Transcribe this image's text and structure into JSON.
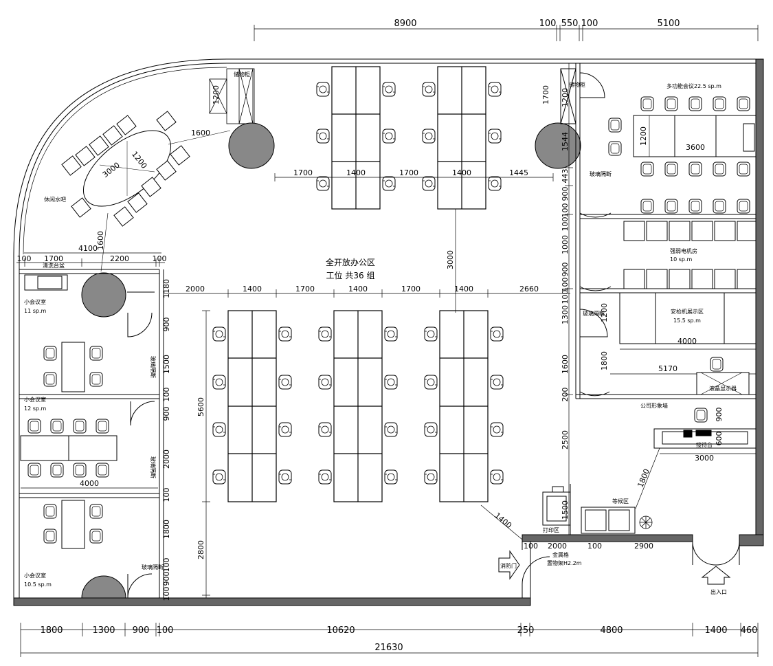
{
  "top_dims": [
    "8900",
    "100",
    "550",
    "100",
    "5100"
  ],
  "bottom_dims": [
    "1800",
    "1300",
    "900",
    "100",
    "10620",
    "250",
    "4800",
    "1400",
    "460"
  ],
  "total_dim": "21630",
  "open_office": {
    "title": "全开放办公区",
    "subtitle": "工位 共36 组"
  },
  "row_dims_upper": [
    "1700",
    "1400",
    "1700",
    "1400",
    "1445"
  ],
  "row_dims_middle": [
    "2000",
    "1400",
    "1700",
    "1400",
    "1700",
    "1400",
    "2660"
  ],
  "vertical_dims": {
    "open": "3000",
    "desk": "5600",
    "lower": "2800",
    "meet_left": "1600"
  },
  "left_block": {
    "dims": [
      "100",
      "1700",
      "2200",
      "100"
    ],
    "width": "4100",
    "sink": "清洗台盆",
    "room1": {
      "name": "小会议室",
      "area": "11 sp.m"
    },
    "room2": {
      "name": "小会议室",
      "area": "12 sp.m",
      "table": "4000"
    },
    "room3": {
      "name": "小会议室",
      "area": "10.5 sp.m"
    },
    "glass": "玻璃隔断",
    "side_dims": [
      "1180",
      "900",
      "1500",
      "100",
      "900",
      "2000",
      "100",
      "1800",
      "100",
      "900",
      "100"
    ]
  },
  "lounge": {
    "name": "休闲水吧",
    "table_long": "3000",
    "table_short": "1200",
    "d1": "1600"
  },
  "cabinet": "储物柜",
  "cabinet_dim": "1200",
  "right_block": {
    "meeting": {
      "name": "多功能会议22.5 sp.m",
      "d1": "1200",
      "d2": "3600"
    },
    "weak": {
      "name": "强弱电机房",
      "area": "10 sp.m"
    },
    "display": {
      "name": "安检机展示区",
      "area": "15.5 sp.m",
      "d1": "1200",
      "d2": "4000",
      "d3": "1800",
      "d4": "5170"
    },
    "screen": "液晶显示器",
    "wall": "公司形象墙",
    "reception": {
      "name": "接待台",
      "w": "3000",
      "d1": "900",
      "d2": "600",
      "diag": "1800"
    },
    "waiting": "等候区",
    "print": "打印区",
    "print_dim": "1500",
    "shelf": "金属格\n置物架H2.2m",
    "shelf_dims": [
      "100",
      "2000",
      "100",
      "2900"
    ],
    "fire": "消防门",
    "entry": "出入口",
    "diag": "1400",
    "side_dims": [
      "1700",
      "1200",
      "1544",
      "443",
      "900",
      "100",
      "100",
      "1000",
      "900",
      "100",
      "100",
      "1300",
      "1600",
      "200",
      "2500"
    ],
    "glass": "玻璃隔断"
  }
}
